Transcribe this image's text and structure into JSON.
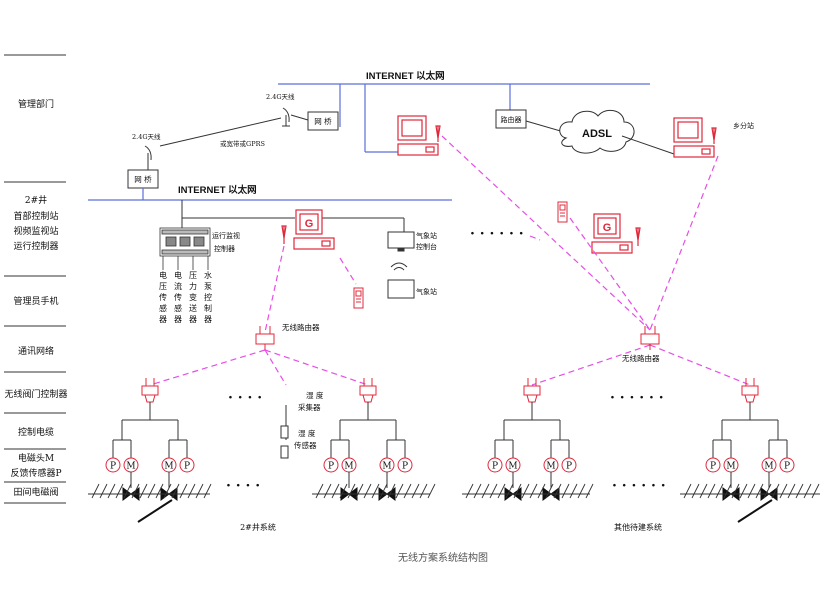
{
  "rows": [
    "管理部门",
    "2#井",
    "首部控制站",
    "视频监视站",
    "运行控制器",
    "管理员手机",
    "通讯网络",
    "无线阀门控制器",
    "控制电缆",
    "电磁头M",
    "反馈传感器P",
    "田间电磁阀"
  ],
  "network": {
    "internet_top": "INTERNET  以太网",
    "internet_mid": "INTERNET 以太网",
    "adsl": "ADSL",
    "router": "路由器",
    "bridge": "网 桥",
    "antenna_24g": "2.4G天线",
    "broadband": "或宽带或GPRS",
    "substation": "乡分站"
  },
  "devices": {
    "g_label": "G",
    "run_monitor_l1": "运行监视",
    "run_monitor_l2": "控制器",
    "weather_console_l1": "气象站",
    "weather_console_l2": "控制台",
    "weather_station": "气象站",
    "wireless_router": "无线路由器",
    "humidity_collector_l1": "湿 度",
    "humidity_collector_l2": "采集器",
    "humidity_sensor_l1": "湿 度",
    "humidity_sensor_l2": "传感器",
    "valve_p": "P",
    "valve_m": "M"
  },
  "sensors": [
    "电压传感器",
    "电流传感器",
    "压力变送器",
    "水泵控制器"
  ],
  "systems": {
    "well2": "2#井系统",
    "other": "其他待建系统"
  },
  "caption": "无线方案系统结构图",
  "colors": {
    "blue": "#5a6fd8",
    "red": "#e0283c",
    "magenta": "#e64ee6",
    "black": "#222222"
  }
}
